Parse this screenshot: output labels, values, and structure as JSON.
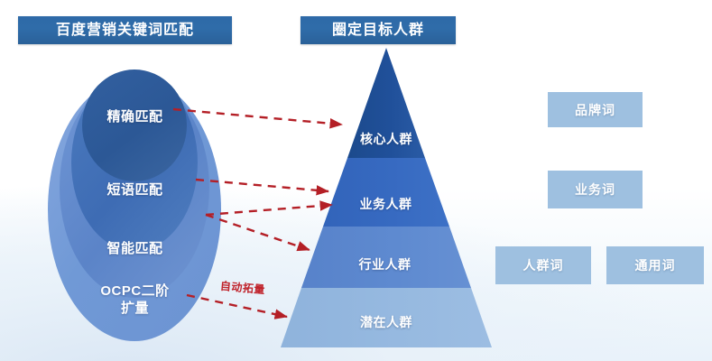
{
  "headers": {
    "left": "百度营销关键词匹配",
    "right": "圈定目标人群"
  },
  "match_ellipses": {
    "title": "百度营销关键词匹配",
    "levels": [
      {
        "id": "exact",
        "label": "精确匹配",
        "color": "#2f5d9e"
      },
      {
        "id": "phrase",
        "label": "短语匹配",
        "color": "#4172b8"
      },
      {
        "id": "smart",
        "label": "智能匹配",
        "color": "#5d88cc"
      },
      {
        "id": "ocpc",
        "label": "OCPC二阶\n扩量",
        "color": "#7da0d9"
      }
    ]
  },
  "pyramid": {
    "title": "圈定目标人群",
    "levels": [
      {
        "id": "core",
        "label": "核心人群",
        "color": "#1f4f93"
      },
      {
        "id": "business",
        "label": "业务人群",
        "color": "#3568be"
      },
      {
        "id": "industry",
        "label": "行业人群",
        "color": "#5b87cd"
      },
      {
        "id": "potential",
        "label": "潜在人群",
        "color": "#93b6dd"
      }
    ]
  },
  "arrows": {
    "color": "#b41f26",
    "auto_expand_label": "自动拓量",
    "connections": [
      {
        "from": "exact",
        "to": "core"
      },
      {
        "from": "phrase",
        "to": "business"
      },
      {
        "from": "smart",
        "to": "business"
      },
      {
        "from": "smart",
        "to": "industry"
      },
      {
        "from": "ocpc",
        "to": "potential"
      }
    ]
  },
  "keyword_boxes": [
    {
      "id": "brand",
      "label": "品牌词"
    },
    {
      "id": "biz",
      "label": "业务词"
    },
    {
      "id": "crowd",
      "label": "人群词"
    },
    {
      "id": "general",
      "label": "通用词"
    }
  ],
  "colors": {
    "header_bar": "#2e6aa8",
    "keyword_box": "#9ec0e0",
    "arrow_red": "#b41f26",
    "background": "#ffffff"
  }
}
